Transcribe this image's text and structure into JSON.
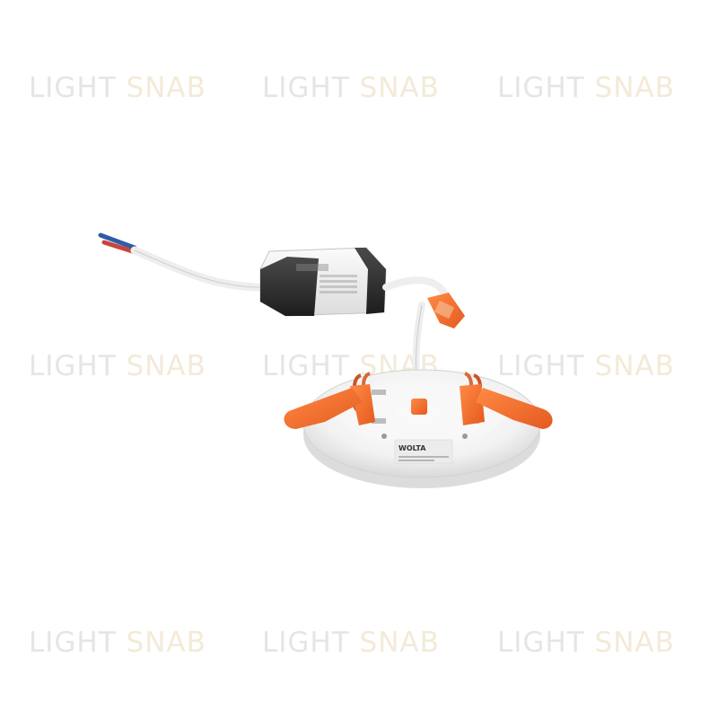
{
  "watermark": {
    "word1": "LIGHT",
    "word2": "SNAB"
  },
  "product": {
    "brand_label": "WOLTA",
    "part_colors": {
      "body": "#ffffff",
      "clips": "#f06a2b",
      "springs": "#c8562a",
      "driver_dark": "#2b2b2b",
      "driver_light": "#f4f4f4",
      "wire_blue": "#2f5ca8",
      "wire_red": "#c9453b"
    }
  }
}
